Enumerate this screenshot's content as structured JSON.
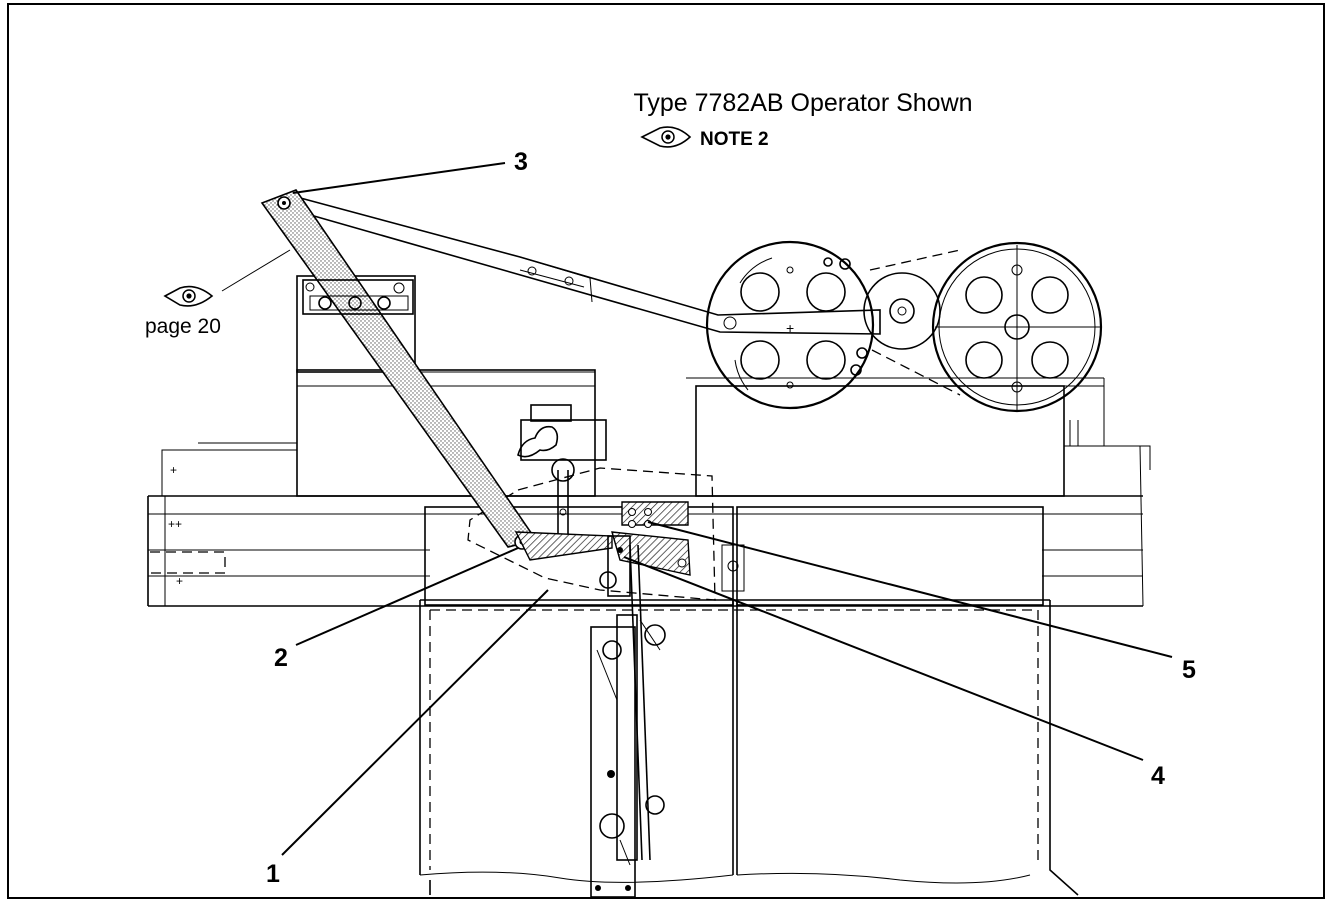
{
  "title": "Type 7782AB Operator Shown",
  "note_label": "NOTE 2",
  "page_reference": "page 20",
  "callouts": [
    "1",
    "2",
    "3",
    "4",
    "5"
  ],
  "icons": {
    "note_icon": "eye-icon",
    "page_icon": "eye-icon"
  }
}
